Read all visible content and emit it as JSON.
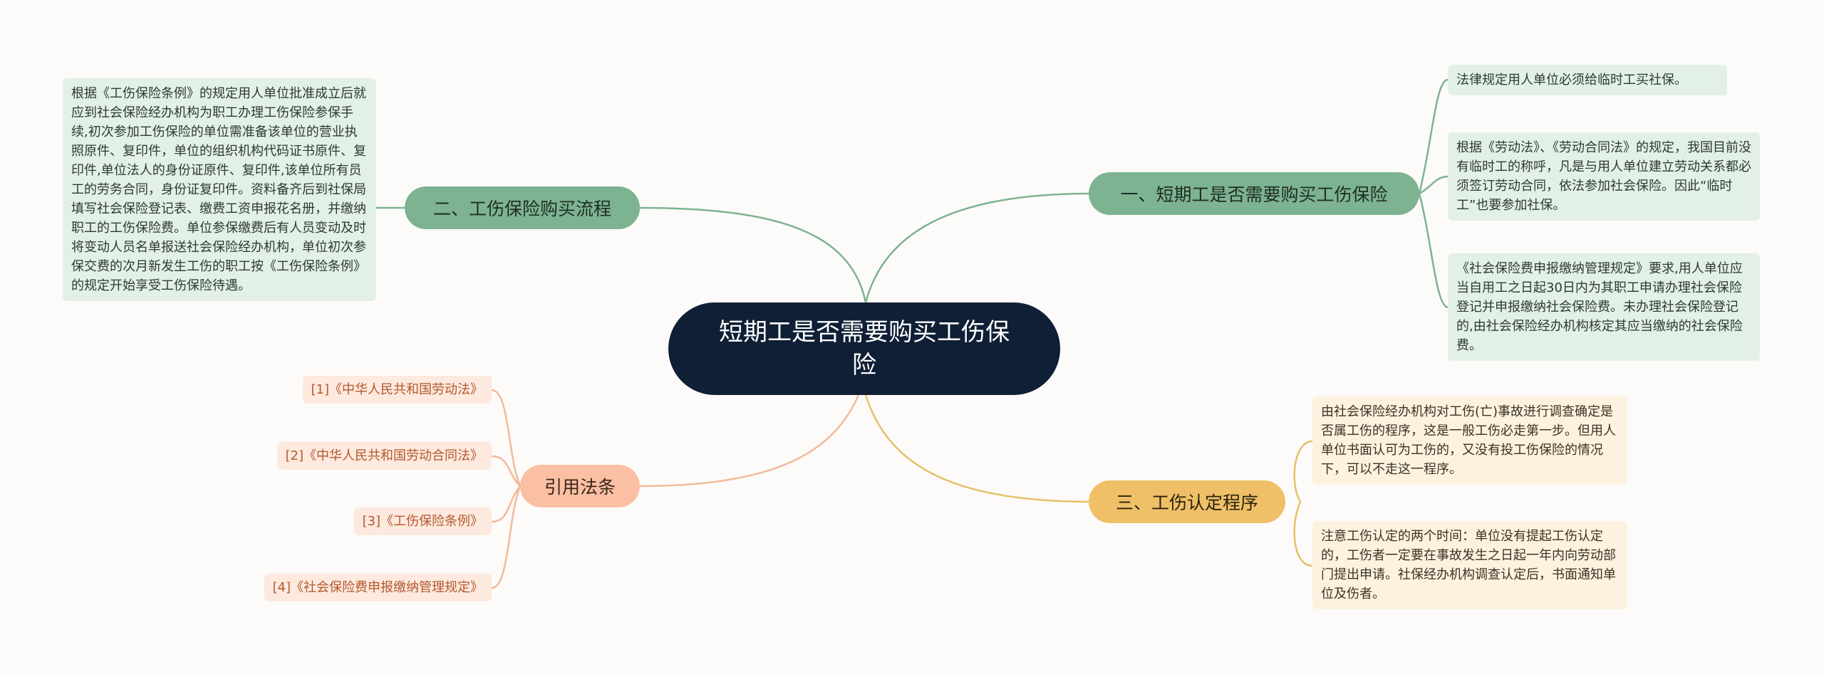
{
  "root": {
    "title": "短期工是否需要购买工伤保险"
  },
  "branches": {
    "b1": {
      "label": "一、短期工是否需要购买工伤保险",
      "leaves": [
        "法律规定用人单位必须给临时工买社保。",
        "根据《劳动法》、《劳动合同法》的规定，我国目前没有临时工的称呼，凡是与用人单位建立劳动关系都必须签订劳动合同，依法参加社会保险。因此“临时工”也要参加社保。",
        "《社会保险费申报缴纳管理规定》要求,用人单位应当自用工之日起30日内为其职工申请办理社会保险登记并申报缴纳社会保险费。未办理社会保险登记的,由社会保险经办机构核定其应当缴纳的社会保险费。"
      ]
    },
    "b2": {
      "label": "二、工伤保险购买流程",
      "leaves": [
        "根据《工伤保险条例》的规定用人单位批准成立后就应到社会保险经办机构为职工办理工伤保险参保手续,初次参加工伤保险的单位需准备该单位的营业执照原件、复印件，单位的组织机构代码证书原件、复印件,单位法人的身份证原件、复印件,该单位所有员工的劳务合同，身份证复印件。资料备齐后到社保局填写社会保险登记表、缴费工资申报花名册，并缴纳职工的工伤保险费。单位参保缴费后有人员变动及时将变动人员名单报送社会保险经办机构，单位初次参保交费的次月新发生工伤的职工按《工伤保险条例》的规定开始享受工伤保险待遇。"
      ]
    },
    "b3": {
      "label": "三、工伤认定程序",
      "leaves": [
        "由社会保险经办机构对工伤(亡)事故进行调查确定是否属工伤的程序，这是一般工伤必走第一步。但用人单位书面认可为工伤的，又没有投工伤保险的情况下，可以不走这一程序。",
        "注意工伤认定的两个时间：单位没有提起工伤认定的，工伤者一定要在事故发生之日起一年内向劳动部门提出申请。社保经办机构调查认定后，书面通知单位及伤者。"
      ]
    },
    "b4": {
      "label": "引用法条",
      "leaves": [
        "[1]《中华人民共和国劳动法》",
        "[2]《中华人民共和国劳动合同法》",
        "[3]《工伤保险条例》",
        "[4]《社会保险费申报缴纳管理规定》"
      ]
    }
  },
  "colors": {
    "background": "#fdfbf9",
    "root": "#0f1f35",
    "green": "#7db391",
    "yellow": "#efc067",
    "peach": "#fbbfa4"
  }
}
